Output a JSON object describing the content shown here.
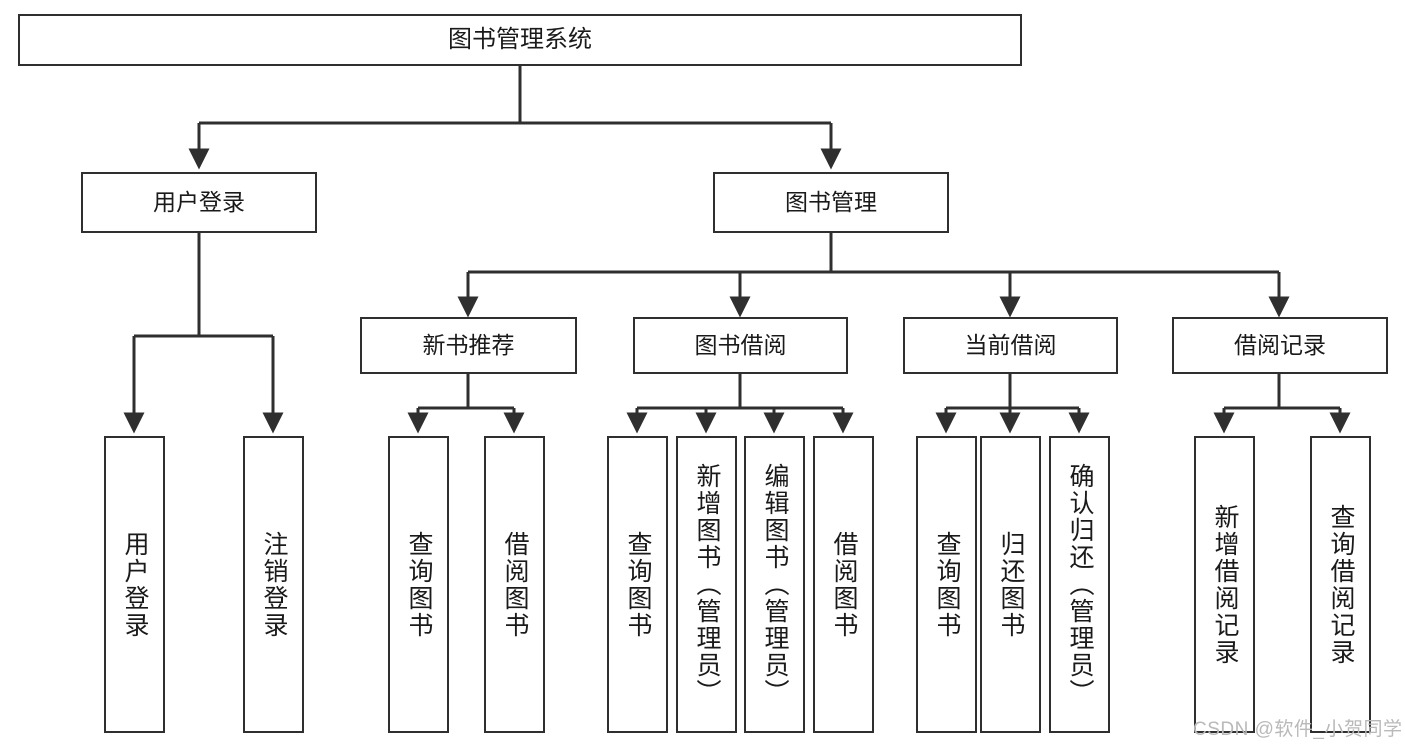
{
  "diagram": {
    "title": "图书管理系统",
    "type": "tree-hierarchy",
    "colors": {
      "box_border": "#2f2f2f",
      "box_fill": "#ffffff",
      "edge": "#2f2f2f",
      "text": "#1a1a1a",
      "watermark": "#b9b9b9",
      "background": "#ffffff"
    }
  },
  "nodes": {
    "root": {
      "label": "图书管理系统"
    },
    "level2": [
      {
        "label": "用户登录"
      },
      {
        "label": "图书管理"
      }
    ],
    "level3": [
      {
        "label": "新书推荐"
      },
      {
        "label": "图书借阅"
      },
      {
        "label": "当前借阅"
      },
      {
        "label": "借阅记录"
      }
    ],
    "leaves": {
      "user_login": [
        {
          "label": "用户登录"
        },
        {
          "label": "注销登录"
        }
      ],
      "new_book_recommend": [
        {
          "label": "查询图书"
        },
        {
          "label": "借阅图书"
        }
      ],
      "book_borrow": [
        {
          "label": "查询图书"
        },
        {
          "label": "新增图书（管理员）"
        },
        {
          "label": "编辑图书（管理员）"
        },
        {
          "label": "借阅图书"
        }
      ],
      "current_borrow": [
        {
          "label": "查询图书"
        },
        {
          "label": "归还图书"
        },
        {
          "label": "确认归还（管理员）"
        }
      ],
      "borrow_record": [
        {
          "label": "新增借阅记录"
        },
        {
          "label": "查询借阅记录"
        }
      ]
    }
  },
  "watermark": {
    "text": "CSDN @软件_小贺同学"
  }
}
